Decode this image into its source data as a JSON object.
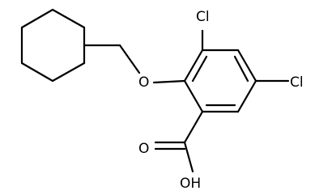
{
  "molecule": {
    "atoms": {
      "cl_top": "Cl",
      "cl_right": "Cl",
      "oxygen_ether": "O",
      "oxygen_carbonyl": "O",
      "hydroxyl": "OH"
    },
    "colors": {
      "bond": "#000000",
      "label": "#000000",
      "background": "#ffffff"
    }
  }
}
